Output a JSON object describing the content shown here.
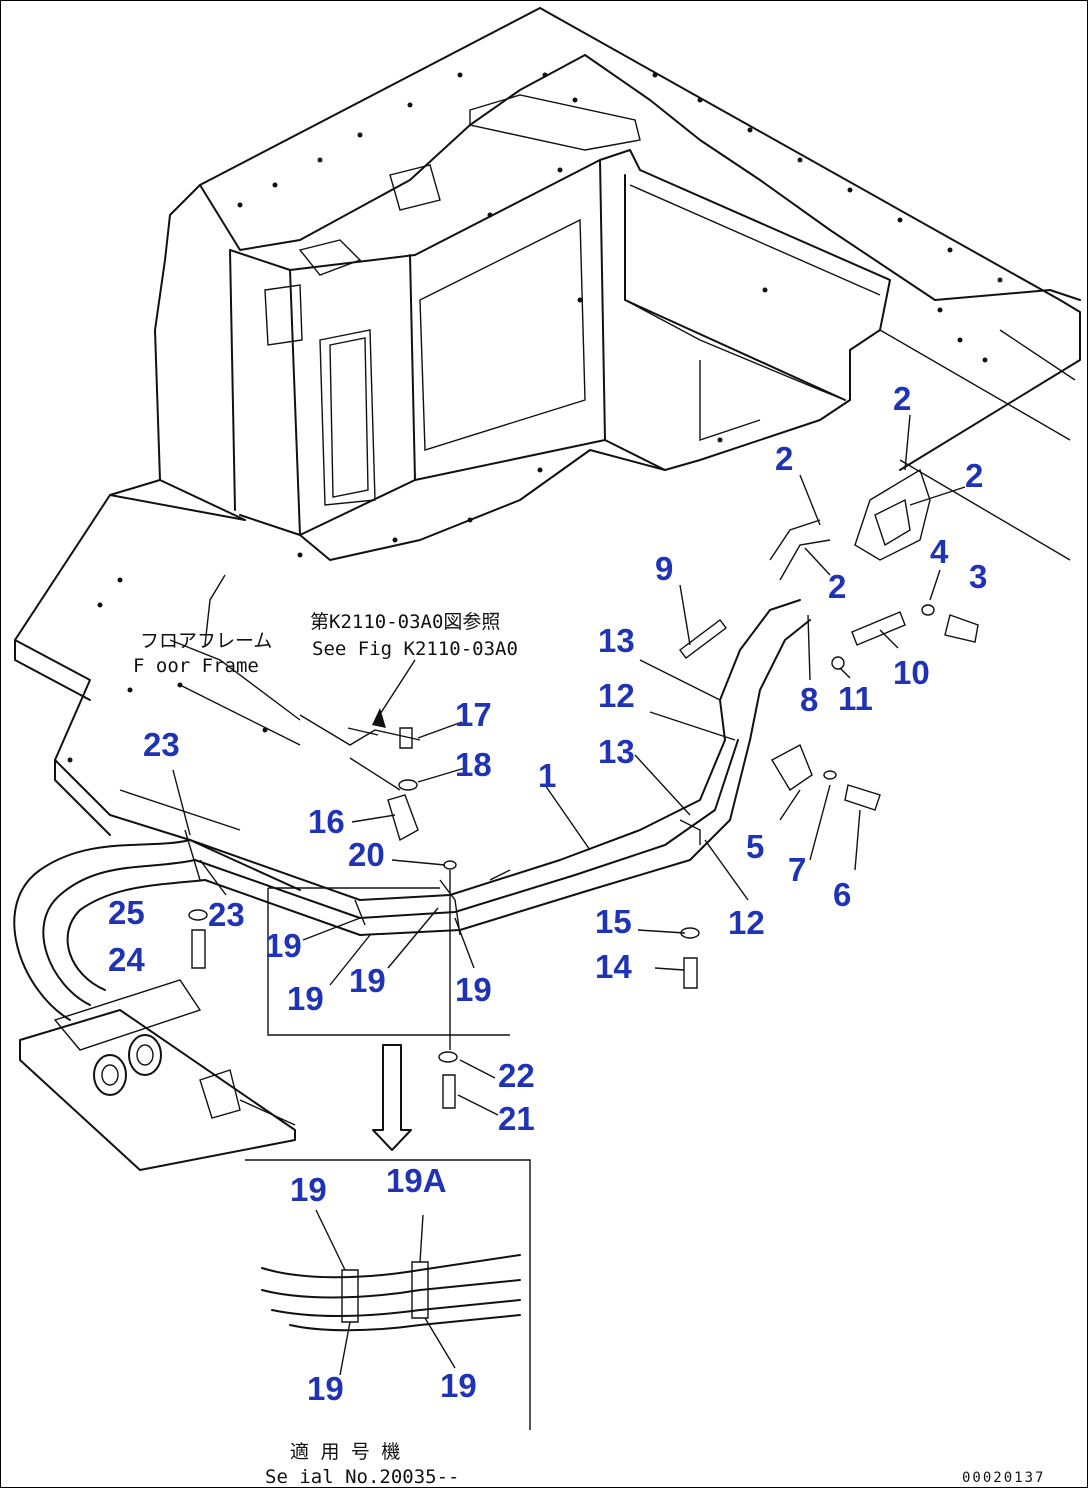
{
  "notes": {
    "floor_frame_jp": "フロアフレーム",
    "floor_frame_en": "F oor Frame",
    "see_fig_jp": "第K2110-03A0図参照",
    "see_fig_en": "See Fig K2110-03A0",
    "serial_jp": "適 用 号 機",
    "serial_en": "Se ial No.20035--"
  },
  "doc_id": "00020137",
  "callouts": [
    {
      "id": "c1",
      "label": "1"
    },
    {
      "id": "c2a",
      "label": "2"
    },
    {
      "id": "c2b",
      "label": "2"
    },
    {
      "id": "c2c",
      "label": "2"
    },
    {
      "id": "c2d",
      "label": "2"
    },
    {
      "id": "c3",
      "label": "3"
    },
    {
      "id": "c4",
      "label": "4"
    },
    {
      "id": "c5",
      "label": "5"
    },
    {
      "id": "c6",
      "label": "6"
    },
    {
      "id": "c7",
      "label": "7"
    },
    {
      "id": "c8",
      "label": "8"
    },
    {
      "id": "c9",
      "label": "9"
    },
    {
      "id": "c10",
      "label": "10"
    },
    {
      "id": "c11",
      "label": "11"
    },
    {
      "id": "c12a",
      "label": "12"
    },
    {
      "id": "c12b",
      "label": "12"
    },
    {
      "id": "c13a",
      "label": "13"
    },
    {
      "id": "c13b",
      "label": "13"
    },
    {
      "id": "c14",
      "label": "14"
    },
    {
      "id": "c15",
      "label": "15"
    },
    {
      "id": "c16",
      "label": "16"
    },
    {
      "id": "c17",
      "label": "17"
    },
    {
      "id": "c18",
      "label": "18"
    },
    {
      "id": "c19a",
      "label": "19"
    },
    {
      "id": "c19b",
      "label": "19"
    },
    {
      "id": "c19c",
      "label": "19"
    },
    {
      "id": "c19d",
      "label": "19"
    },
    {
      "id": "c20",
      "label": "20"
    },
    {
      "id": "c21",
      "label": "21"
    },
    {
      "id": "c22",
      "label": "22"
    },
    {
      "id": "c23a",
      "label": "23"
    },
    {
      "id": "c23b",
      "label": "23"
    },
    {
      "id": "c24",
      "label": "24"
    },
    {
      "id": "c25",
      "label": "25"
    },
    {
      "id": "c19e",
      "label": "19"
    },
    {
      "id": "c19A",
      "label": "19A"
    },
    {
      "id": "c19f",
      "label": "19"
    },
    {
      "id": "c19g",
      "label": "19"
    }
  ]
}
